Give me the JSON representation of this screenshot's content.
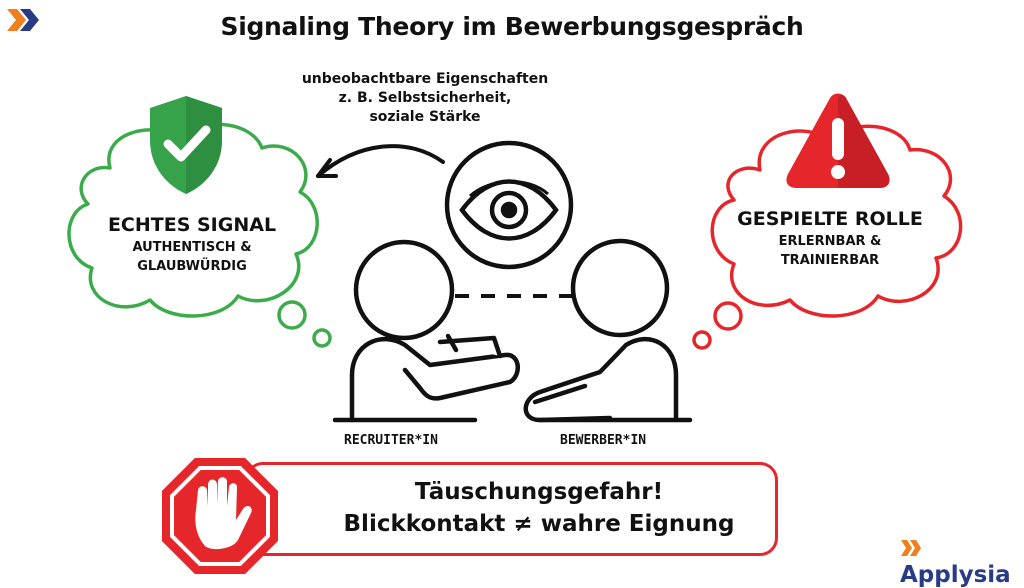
{
  "header": {
    "title": "Signaling Theory im Bewerbungsgespräch"
  },
  "observation": {
    "line1": "unbeobachtbare Eigenschaften",
    "line2": "z. B. Selbstsicherheit,",
    "line3": "soziale Stärke"
  },
  "left_cloud": {
    "heading": "ECHTES SIGNAL",
    "line1": "AUTHENTISCH &",
    "line2": "GLAUBWÜRDIG",
    "color": "#3cab4b",
    "icon": "shield-check-icon"
  },
  "right_cloud": {
    "heading": "GESPIELTE ROLLE",
    "line1": "ERLERNBAR &",
    "line2": "TRAINIERBAR",
    "color": "#e5262b",
    "icon": "warning-triangle-icon"
  },
  "people": {
    "recruiter_label": "RECRUITER*IN",
    "applicant_label": "BEWERBER*IN"
  },
  "warning": {
    "line1": "Täuschungsgefahr!",
    "line2": "Blickkontakt ≠ wahre Eignung",
    "icon": "stop-hand-icon",
    "color": "#e5262b"
  },
  "brand": {
    "name": "Applysia",
    "accent_color": "#f07f1f",
    "dark_color": "#2a3b86"
  }
}
